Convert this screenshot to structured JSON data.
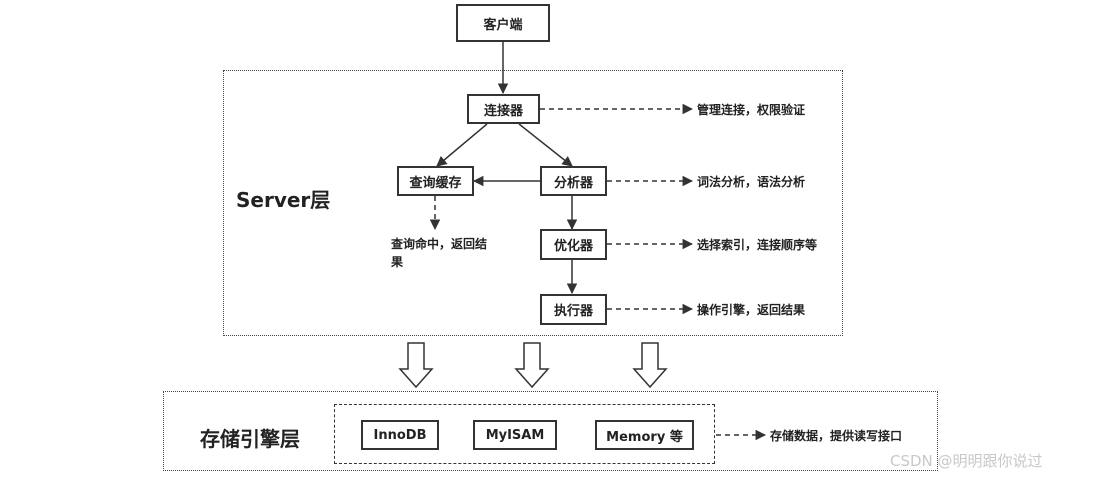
{
  "client": "客户端",
  "server_layer": {
    "label": "Server层",
    "connector": {
      "label": "连接器",
      "note": "管理连接，权限验证"
    },
    "query_cache": {
      "label": "查询缓存",
      "note": "查询命中，返回结果"
    },
    "analyzer": {
      "label": "分析器",
      "note": "词法分析，语法分析"
    },
    "optimizer": {
      "label": "优化器",
      "note": "选择索引，连接顺序等"
    },
    "executor": {
      "label": "执行器",
      "note": "操作引擎，返回结果"
    }
  },
  "engine_layer": {
    "label": "存储引擎层",
    "engines": [
      "InnoDB",
      "MyISAM",
      "Memory 等"
    ],
    "note": "存储数据，提供读写接口"
  },
  "watermark": "CSDN @明明跟你说过"
}
